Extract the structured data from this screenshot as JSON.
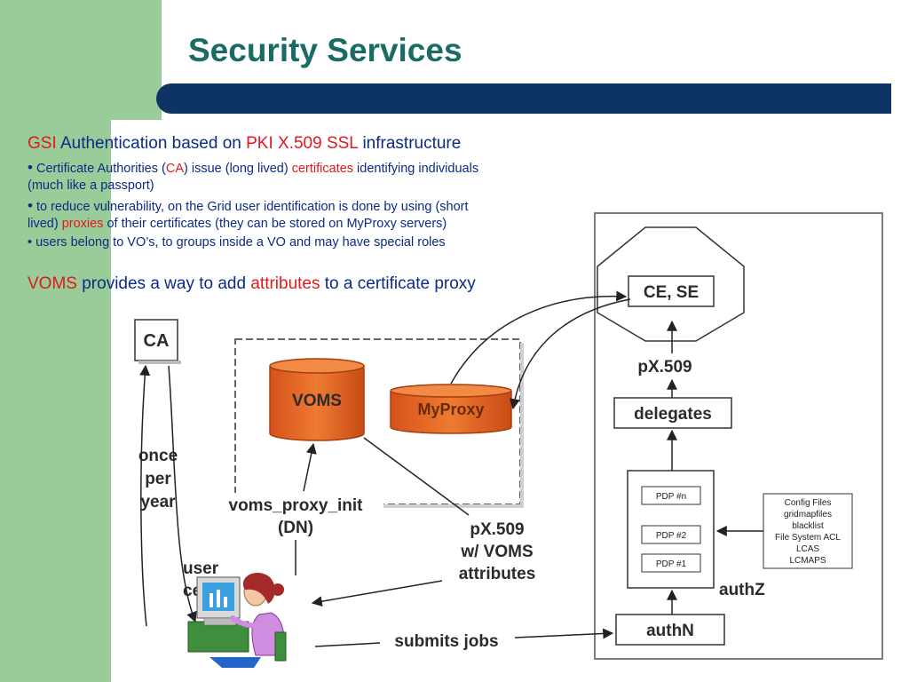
{
  "slide": {
    "title": "Security Services",
    "line1": {
      "a": "GSI",
      "b": " Authentication based on ",
      "c": "PKI X.509 SSL",
      "d": " infrastructure"
    },
    "line2": {
      "bullet": "•",
      "a": " Certificate Authorities (",
      "b": "CA",
      "c": ") issue (long lived) ",
      "d": "certificates",
      "e": " identifying individuals"
    },
    "line2b": "(much like a passport)",
    "line3": {
      "bullet": "•",
      "a": " to reduce vulnerability, on the Grid user identification is done by using (short"
    },
    "line3b": {
      "a": "lived) ",
      "b": "proxies",
      "c": " of their certificates (they can be stored on MyProxy servers)"
    },
    "line4": "• users belong to VO’s, to groups inside a VO and may have special roles",
    "line5": {
      "a": "VOMS",
      "b": " provides a way to add ",
      "c": "attributes",
      "d": " to a certificate proxy"
    }
  },
  "diagram": {
    "ca": "CA",
    "voms": "VOMS",
    "myproxy": "MyProxy",
    "once_per_year": [
      "once",
      "per",
      "year"
    ],
    "voms_proxy_init": [
      "voms_proxy_init",
      "(DN)"
    ],
    "px509_voms": [
      "pX.509",
      "w/ VOMS",
      "attributes"
    ],
    "user_cert": [
      "user",
      "cert"
    ],
    "submits_jobs": "submits jobs",
    "ce_se": "CE, SE",
    "px509": "pX.509",
    "delegates": "delegates",
    "pdps": [
      "PDP #n",
      "PDP #2",
      "PDP #1"
    ],
    "authz": "authZ",
    "authn": "authN",
    "config": [
      "Config Files",
      "gridmapfiles",
      "blacklist",
      "File System ACL",
      "LCAS",
      "LCMAPS"
    ]
  },
  "colors": {
    "title": "#1a6b64",
    "text": "#0b2b86",
    "highlight": "#e0191e",
    "band": "#99cc99",
    "bar": "#0e3466",
    "cylinder": "#e0621f"
  }
}
